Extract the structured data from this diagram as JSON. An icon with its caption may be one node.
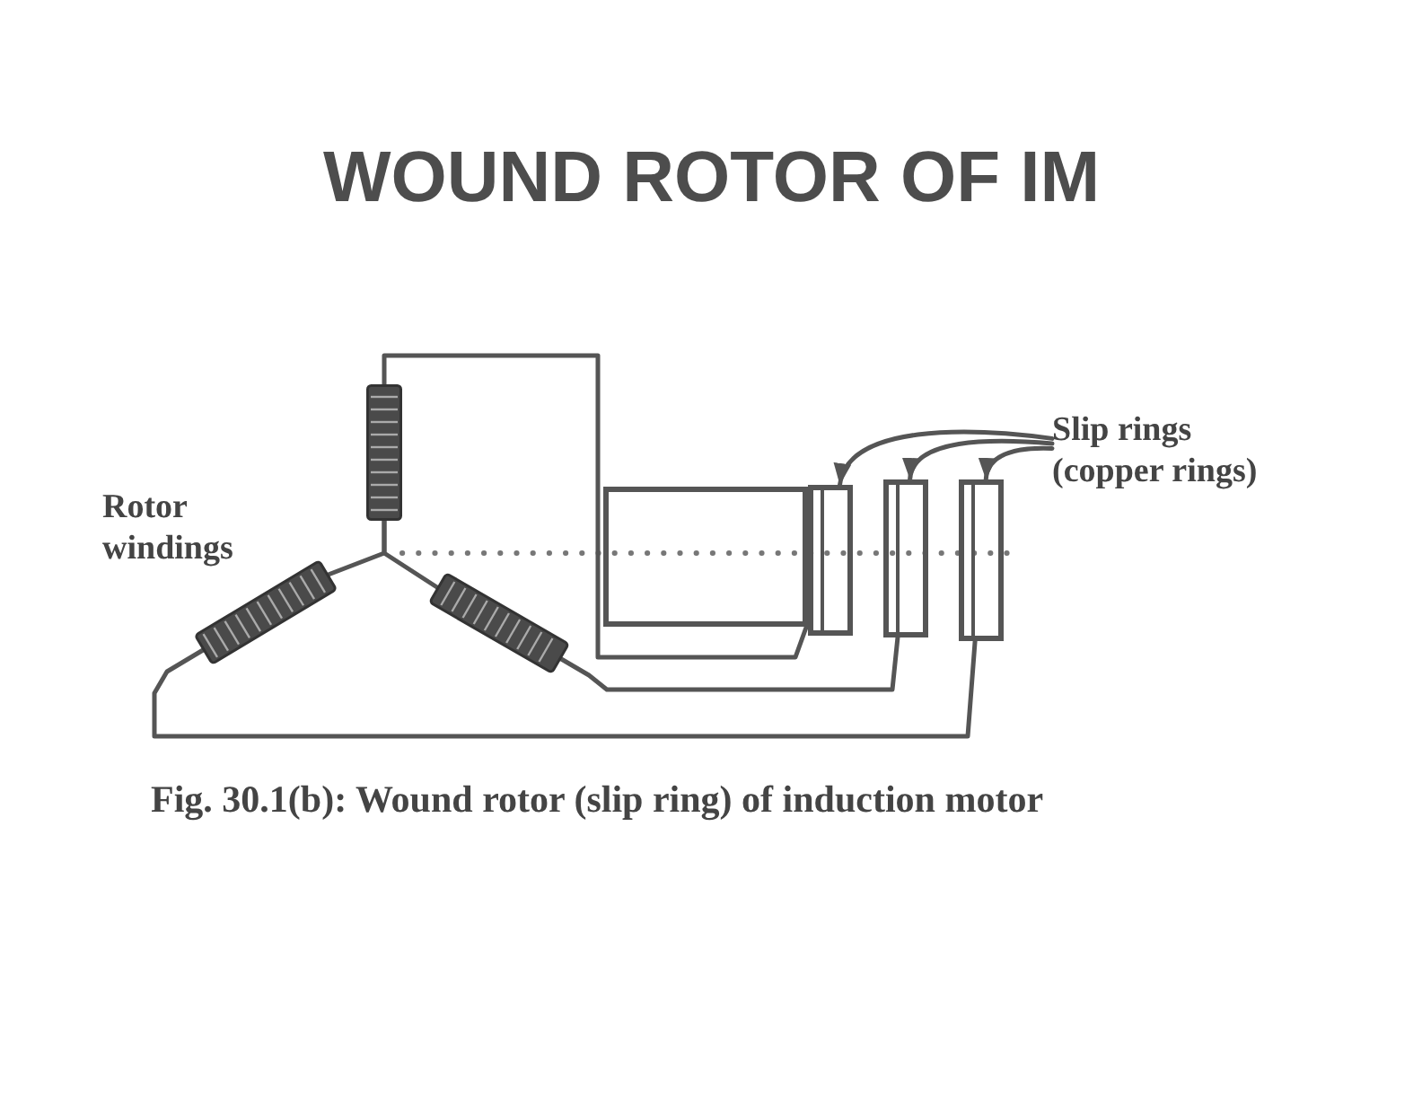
{
  "diagram": {
    "title": "WOUND ROTOR OF IM",
    "caption": "Fig. 30.1(b): Wound rotor (slip ring) of induction motor",
    "nodes": [
      {
        "text": [],
        "shape": "coil"
      },
      {
        "text": [
          "Slip rings (copper rings)"
        ]
      },
      {
        "text": [],
        "shape": "box"
      },
      {
        "text": [],
        "shape": "box"
      },
      {
        "text": [],
        "shape": "box"
      },
      {
        "text": [],
        "shape": "box"
      },
      {
        "text": [],
        "shape": "coil"
      },
      {
        "text": [],
        "shape": "coil"
      }
    ],
    "edges": [
      {
        "from": 1,
        "to": 3,
        "arrow": "to"
      },
      {
        "from": 1,
        "to": 4,
        "arrow": "to"
      },
      {
        "from": 1,
        "to": 5,
        "arrow": "to"
      },
      {
        "from": 0,
        "to": 3,
        "arrow": "none"
      },
      {
        "from": 0,
        "to": 6,
        "arrow": "none"
      },
      {
        "from": 0,
        "to": 7,
        "arrow": "none"
      },
      {
        "from": 7,
        "to": 4,
        "arrow": "none"
      },
      {
        "from": 6,
        "to": 5,
        "arrow": "none"
      }
    ],
    "labels": [
      "Rotor windings"
    ]
  }
}
